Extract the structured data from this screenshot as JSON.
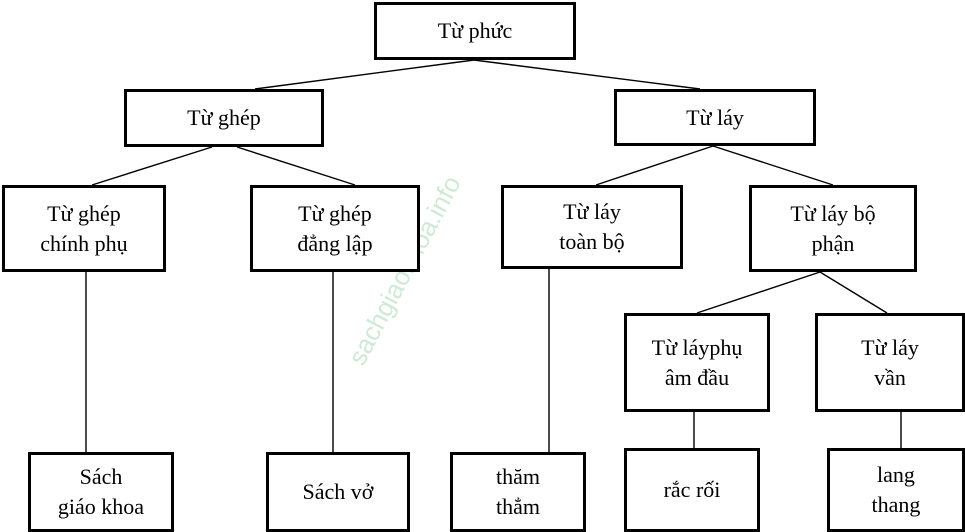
{
  "diagram": {
    "nodes": {
      "tu_phuc": "Từ phức",
      "tu_ghep": "Từ ghép",
      "tu_lay": "Từ láy",
      "ghep_chinh_phu": "Từ ghép\nchính phụ",
      "ghep_dang_lap": "Từ ghép\nđẳng lập",
      "lay_toan_bo": "Từ láy\ntoàn bộ",
      "lay_bo_phan": "Từ láy bộ\nphận",
      "lay_phu_am_dau": "Từ láyphụ\nâm đầu",
      "lay_van": "Từ láy\nvần",
      "vd_sach_giao_khoa": "Sách\ngiáo khoa",
      "vd_sach_vo": "Sách vở",
      "vd_tham_tham": "thăm\nthẳm",
      "vd_rac_roi": "rắc rối",
      "vd_lang_thang": "lang\nthang"
    },
    "watermark": "sachgiaokhoa.info"
  }
}
